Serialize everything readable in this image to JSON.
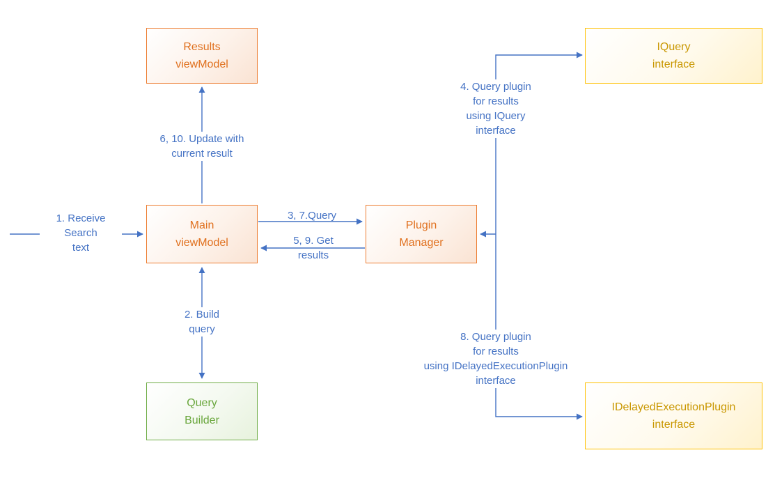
{
  "diagram": {
    "background": "#ffffff",
    "colors": {
      "connector_blue": "#4472C4",
      "orange_border": "#ED7D31",
      "orange_text": "#E0701E",
      "gold_border": "#FFC000",
      "gold_text": "#C99700",
      "green_border": "#70AD47",
      "green_text": "#69A63C"
    },
    "nodes": {
      "results_viewmodel": {
        "label": "Results\nviewModel"
      },
      "iquery_interface": {
        "label": "IQuery\ninterface"
      },
      "main_viewmodel": {
        "label": "Main\nviewModel"
      },
      "plugin_manager": {
        "label": "Plugin\nManager"
      },
      "query_builder": {
        "label": "Query\nBuilder"
      },
      "idelayedexecutionplugin_interface": {
        "label": "IDelayedExecutionPlugin\ninterface"
      }
    },
    "edges": {
      "receive_search_text": {
        "label": "1. Receive\nSearch\ntext"
      },
      "update_with_current_result": {
        "label": "6, 10. Update with\ncurrent result"
      },
      "query": {
        "label": "3, 7.Query"
      },
      "get_results": {
        "label": "5, 9. Get\nresults"
      },
      "build_query": {
        "label": "2. Build\nquery"
      },
      "query_plugin_iquery": {
        "label": "4. Query plugin\nfor results\nusing IQuery\ninterface"
      },
      "query_plugin_idelayed": {
        "label": "8. Query plugin\nfor results\nusing IDelayedExecutionPlugin\ninterface"
      }
    }
  }
}
